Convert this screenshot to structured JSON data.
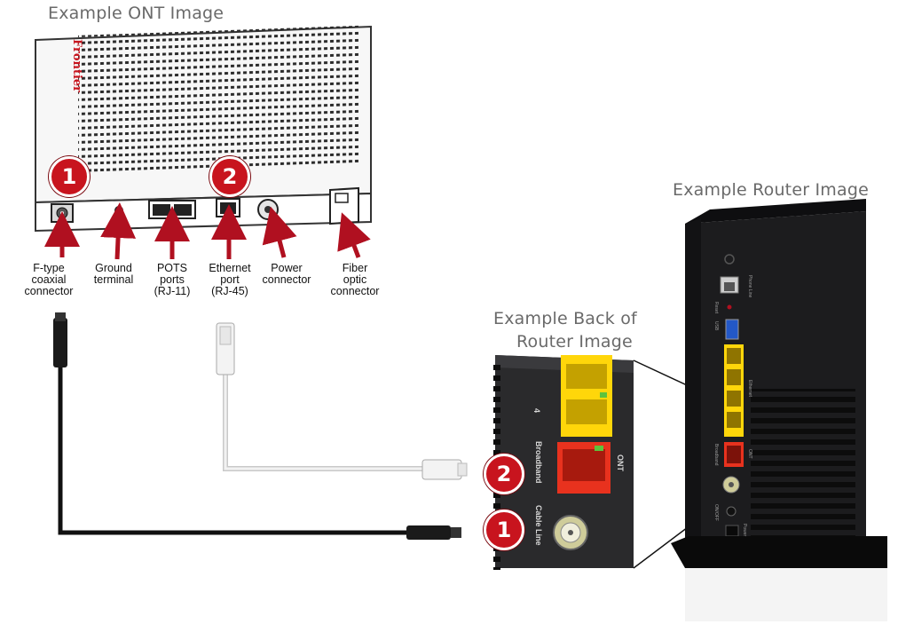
{
  "titles": {
    "ont": "Example ONT Image",
    "router": "Example Router Image",
    "back_line1": "Example Back of",
    "back_line2": "Router Image"
  },
  "ont": {
    "logo": "Frontier",
    "captions": {
      "coax": "F-type\ncoaxial\nconnector",
      "ground": "Ground\nterminal",
      "pots": "POTS\nports\n(RJ-11)",
      "ethernet": "Ethernet\nport\n(RJ-45)",
      "power": "Power\nconnector",
      "fiber": "Fiber\noptic\nconnector"
    }
  },
  "badges": {
    "one": "1",
    "two": "2"
  },
  "router_back": {
    "port_number": "4",
    "broadband": "Broadband",
    "ont": "ONT",
    "cable_line": "Cable Line"
  },
  "router": {
    "phone_line": "Phone Line",
    "ethernet": "Ethernet",
    "broadband": "Broadband",
    "ont": "ONT",
    "reset": "Reset",
    "usb": "USB",
    "power_switch": "ON/OFF",
    "power": "Power"
  },
  "colors": {
    "badge": "#c8141e",
    "ethernet_port": "#ffd60a",
    "broadband_port": "#e8321e",
    "router_body": "#1c1c1e",
    "arrow": "#b01020"
  },
  "icons": [
    "ont-device-drawing",
    "router-photo",
    "coax-cable",
    "ethernet-cable",
    "arrow-icon"
  ]
}
